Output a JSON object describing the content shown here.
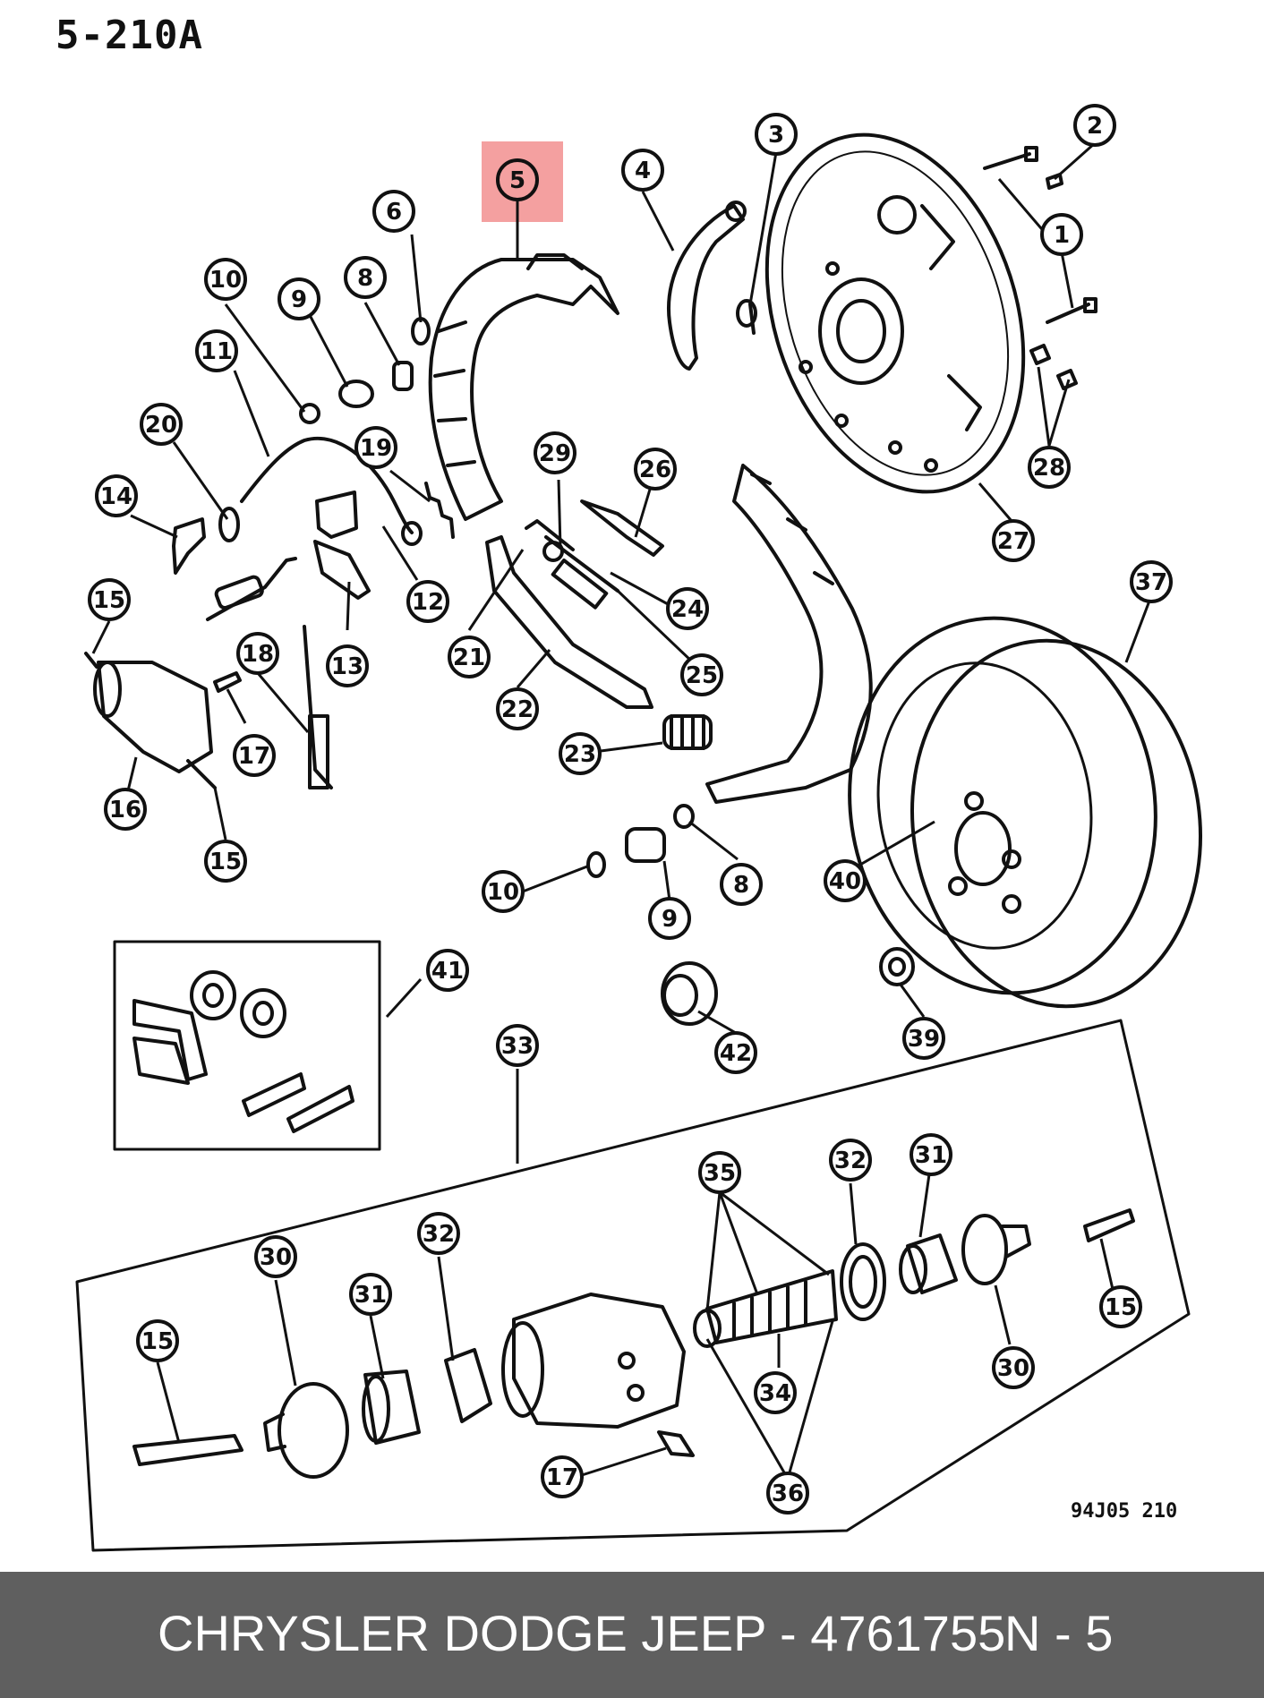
{
  "header": {
    "ref_code": "5-210A"
  },
  "drawing_code": "94J05 210",
  "footer": {
    "part_text": "CHRYSLER DODGE JEEP - 4761755",
    "position_text": "N - 5"
  },
  "colors": {
    "highlight": "#f4a0a0",
    "footer_bg": "#5f5f5f",
    "line": "#111111"
  },
  "highlighted_callout": "5",
  "callouts": [
    {
      "id": "c1",
      "label": "1"
    },
    {
      "id": "c2",
      "label": "2"
    },
    {
      "id": "c3",
      "label": "3"
    },
    {
      "id": "c4",
      "label": "4"
    },
    {
      "id": "c5",
      "label": "5"
    },
    {
      "id": "c6",
      "label": "6"
    },
    {
      "id": "c8a",
      "label": "8"
    },
    {
      "id": "c9a",
      "label": "9"
    },
    {
      "id": "c10a",
      "label": "10"
    },
    {
      "id": "c11",
      "label": "11"
    },
    {
      "id": "c12",
      "label": "12"
    },
    {
      "id": "c13",
      "label": "13"
    },
    {
      "id": "c14",
      "label": "14"
    },
    {
      "id": "c15a",
      "label": "15"
    },
    {
      "id": "c15b",
      "label": "15"
    },
    {
      "id": "c16",
      "label": "16"
    },
    {
      "id": "c17a",
      "label": "17"
    },
    {
      "id": "c18",
      "label": "18"
    },
    {
      "id": "c19",
      "label": "19"
    },
    {
      "id": "c20",
      "label": "20"
    },
    {
      "id": "c21",
      "label": "21"
    },
    {
      "id": "c22",
      "label": "22"
    },
    {
      "id": "c23",
      "label": "23"
    },
    {
      "id": "c24",
      "label": "24"
    },
    {
      "id": "c25",
      "label": "25"
    },
    {
      "id": "c26",
      "label": "26"
    },
    {
      "id": "c27",
      "label": "27"
    },
    {
      "id": "c28",
      "label": "28"
    },
    {
      "id": "c29",
      "label": "29"
    },
    {
      "id": "c37",
      "label": "37"
    },
    {
      "id": "c40",
      "label": "40"
    },
    {
      "id": "c10b",
      "label": "10"
    },
    {
      "id": "c9b",
      "label": "9"
    },
    {
      "id": "c8b",
      "label": "8"
    },
    {
      "id": "c41",
      "label": "41"
    },
    {
      "id": "c42",
      "label": "42"
    },
    {
      "id": "c39",
      "label": "39"
    },
    {
      "id": "c33",
      "label": "33"
    },
    {
      "id": "c35",
      "label": "35"
    },
    {
      "id": "c32a",
      "label": "32"
    },
    {
      "id": "c31a",
      "label": "31"
    },
    {
      "id": "c15c",
      "label": "15"
    },
    {
      "id": "c30a",
      "label": "30"
    },
    {
      "id": "c31b",
      "label": "31"
    },
    {
      "id": "c32b",
      "label": "32"
    },
    {
      "id": "c34",
      "label": "34"
    },
    {
      "id": "c36",
      "label": "36"
    },
    {
      "id": "c17b",
      "label": "17"
    },
    {
      "id": "c15d",
      "label": "15"
    },
    {
      "id": "c30b",
      "label": "30"
    }
  ]
}
